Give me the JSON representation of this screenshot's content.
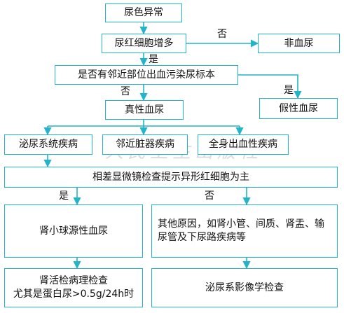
{
  "colors": {
    "box_border": "#22b4c8",
    "line": "#22b4c8",
    "text": "#111111",
    "watermark": "#d8dde0"
  },
  "nodes": {
    "urine_color": "尿色异常",
    "rbc_increase": "尿红细胞增多",
    "non_hematuria": "非血尿",
    "contamination": "是否有邻近部位出血污染尿标本",
    "pseudo_hematuria": "假性血尿",
    "true_hematuria": "真性血尿",
    "urinary_disease": "泌尿系统疾病",
    "adjacent_organ": "邻近脏器疾病",
    "systemic_bleeding": "全身出血性疾病",
    "microscopy": "相差显微镜检查提示异形红细胞为主",
    "glomerular": "肾小球源性血尿",
    "other_causes": "其他原因，如肾小管、间质、肾盂、输尿管及下尿路疾病等",
    "biopsy_line1": "肾活检病理检查",
    "biopsy_line2": "尤其是蛋白尿>0.5g/24h时",
    "imaging": "泌尿系影像学检查"
  },
  "edge_labels": {
    "no_1": "否",
    "yes_1": "是",
    "yes_2": "是",
    "no_2": "否",
    "yes_3": "是",
    "no_3": "否"
  },
  "watermark": "人民卫生出版社"
}
